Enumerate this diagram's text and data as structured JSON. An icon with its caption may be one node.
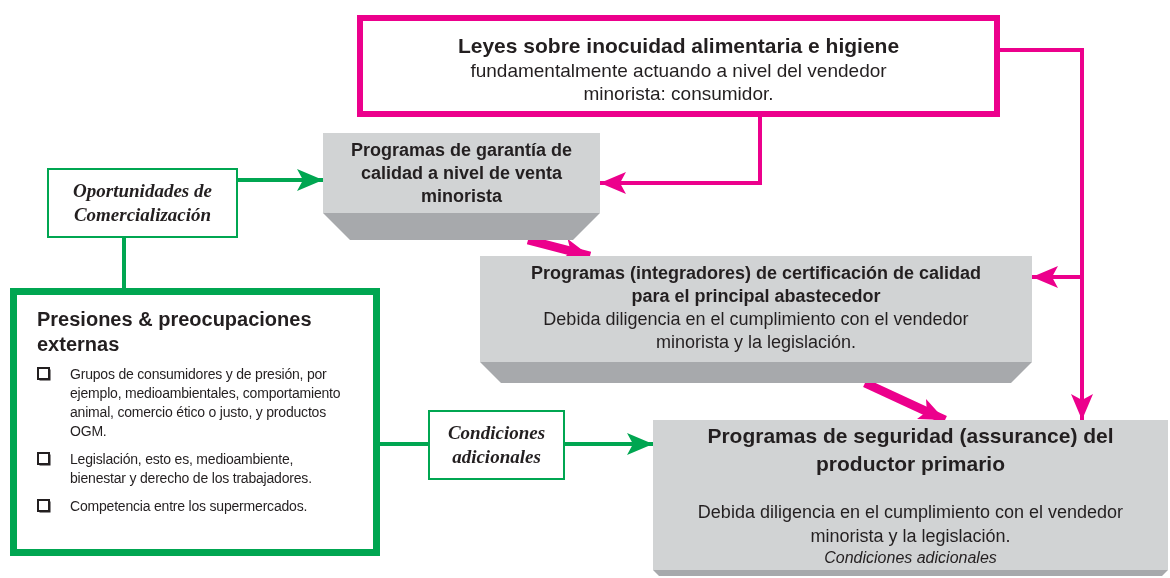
{
  "diagram": {
    "nodes": [
      {
        "text": [
          "Leyes sobre inocuidad alimentaria e higiene",
          "fundamentalmente actuando a nivel del vendedor minorista: consumidor."
        ]
      },
      {
        "text": [
          "Programas de garantía de calidad a nivel de venta minorista"
        ]
      },
      {
        "text": [
          "Oportunidades de Comercialización"
        ]
      },
      {
        "text": [
          "Programas (integradores) de certificación de calidad para el principal abastecedor",
          "Debida diligencia en el cumplimiento con el vendedor minorista y la legislación."
        ]
      },
      {
        "text": [
          "Presiones & preocupaciones externas",
          "Grupos de consumidores y de presión, por ejemplo, medioambientales, comportamiento animal, comercio ético o justo, y productos OGM.",
          "Legislación, esto es, medioambiente, bienestar y derecho de los trabajadores.",
          "Competencia entre los supermercados."
        ]
      },
      {
        "text": [
          "Condiciones adicionales"
        ]
      },
      {
        "text": [
          "Programas de seguridad (assurance) del productor primario",
          "Debida diligencia en el cumplimiento con el vendedor minorista y la legislación.",
          "Condiciones adicionales"
        ]
      }
    ],
    "edges": [
      {
        "from": 0,
        "to": 1,
        "arrow": "to",
        "color": "#ec008c"
      },
      {
        "from": 0,
        "to": 3,
        "arrow": "to",
        "color": "#ec008c"
      },
      {
        "from": 0,
        "to": 6,
        "arrow": "to",
        "color": "#ec008c"
      },
      {
        "from": 1,
        "to": 3,
        "arrow": "to",
        "style": "thick",
        "color": "#ec008c"
      },
      {
        "from": 3,
        "to": 6,
        "arrow": "to",
        "style": "thick",
        "color": "#ec008c"
      },
      {
        "from": 2,
        "to": 1,
        "arrow": "to",
        "color": "#00a651"
      },
      {
        "from": 2,
        "to": 4,
        "arrow": "none",
        "color": "#00a651"
      },
      {
        "from": 4,
        "to": 5,
        "arrow": "none",
        "color": "#00a651"
      },
      {
        "from": 5,
        "to": 6,
        "arrow": "to",
        "color": "#00a651"
      }
    ]
  }
}
